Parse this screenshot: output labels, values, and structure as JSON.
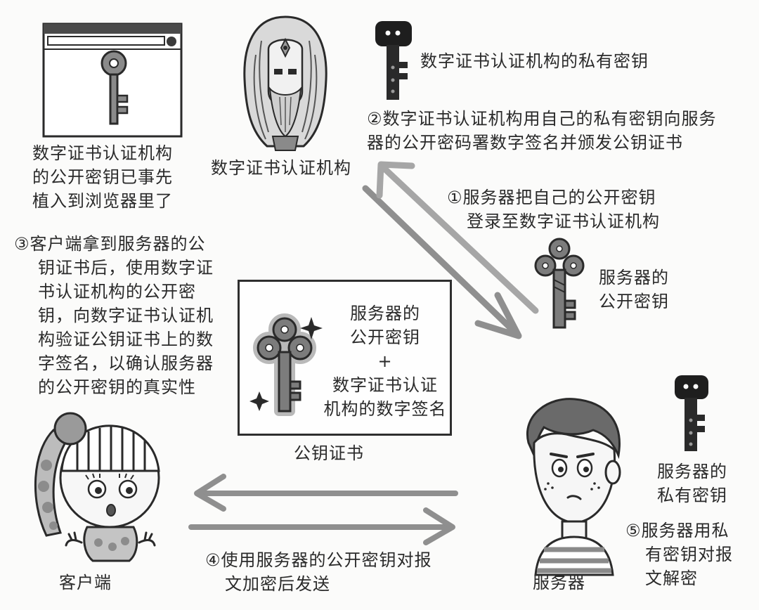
{
  "browser": {
    "caption_line1": "数字证书认证机构",
    "caption_line2": "的公开密钥已事先",
    "caption_line3": "植入到浏览器里了"
  },
  "ca": {
    "label": "数字证书认证机构",
    "private_key_label": "数字证书认证机构的私有密钥"
  },
  "steps": {
    "step1_line1": "①服务器把自己的公开密钥",
    "step1_line2": "登录至数字证书认证机构",
    "step2_line1": "②数字证书认证机构用自己的私有密钥向服务",
    "step2_line2": "器的公开密码署数字签名并颁发公钥证书",
    "step3_line1": "③客户端拿到服务器的公",
    "step3_line2": "钥证书后，使用数字证",
    "step3_line3": "书认证机构的公开密",
    "step3_line4": "钥，向数字证书认证机",
    "step3_line5": "构验证公钥证书上的数",
    "step3_line6": "字签名，以确认服务器",
    "step3_line7": "的公开密钥的真实性",
    "step4_line1": "④使用服务器的公开密钥对报",
    "step4_line2": "文加密后发送",
    "step5_line1": "⑤服务器用私",
    "step5_line2": "有密钥对报",
    "step5_line3": "文解密"
  },
  "server_public_key": {
    "line1": "服务器的",
    "line2": "公开密钥"
  },
  "certificate": {
    "line1": "服务器的",
    "line2": "公开密钥",
    "plus": "+",
    "line3": "数字证书认证",
    "line4": "机构的数字签名",
    "caption": "公钥证书"
  },
  "server_private_key": {
    "line1": "服务器的",
    "line2": "私有密钥"
  },
  "client": {
    "label": "客户端"
  },
  "server": {
    "label": "服务器"
  },
  "colors": {
    "ink": "#2a2a2a",
    "arrow": "#8f8f8f",
    "key_gray": "#7c7c7c",
    "key_dark": "#1e1e1e"
  }
}
